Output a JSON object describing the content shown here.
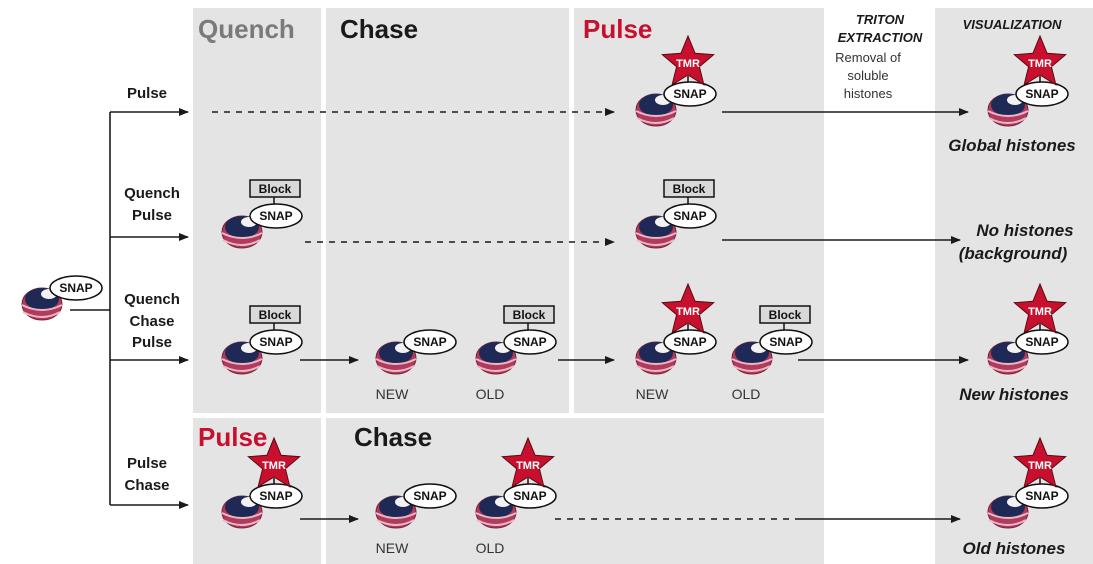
{
  "headers": {
    "quench": "Quench",
    "chase_top": "Chase",
    "pulse_top": "Pulse",
    "pulse_bottom": "Pulse",
    "chase_bottom": "Chase"
  },
  "steps": {
    "triton_line1": "TRITON",
    "triton_line2": "EXTRACTION",
    "triton_note_1": "Removal of",
    "triton_note_2": "soluble",
    "triton_note_3": "histones",
    "visualization": "VISUALIZATION"
  },
  "rows": [
    {
      "label_lines": [
        "Pulse"
      ],
      "result_lines": [
        "Global histones"
      ]
    },
    {
      "label_lines": [
        "Quench",
        "Pulse"
      ],
      "result_lines": [
        "No histones",
        "(background)"
      ]
    },
    {
      "label_lines": [
        "Quench",
        "Chase",
        "Pulse"
      ],
      "result_lines": [
        "New histones"
      ]
    },
    {
      "label_lines": [
        "Pulse",
        "Chase"
      ],
      "result_lines": [
        "Old histones"
      ]
    }
  ],
  "tags": {
    "snap": "SNAP",
    "block": "Block",
    "tmr": "TMR",
    "new": "NEW",
    "old": "OLD"
  },
  "colors": {
    "panel": "#e4e4e4",
    "red_accent": "#c8102e",
    "star_red": "#c8102e",
    "histone_navy": "#1e2a55",
    "histone_pink": "#b23a5a"
  }
}
